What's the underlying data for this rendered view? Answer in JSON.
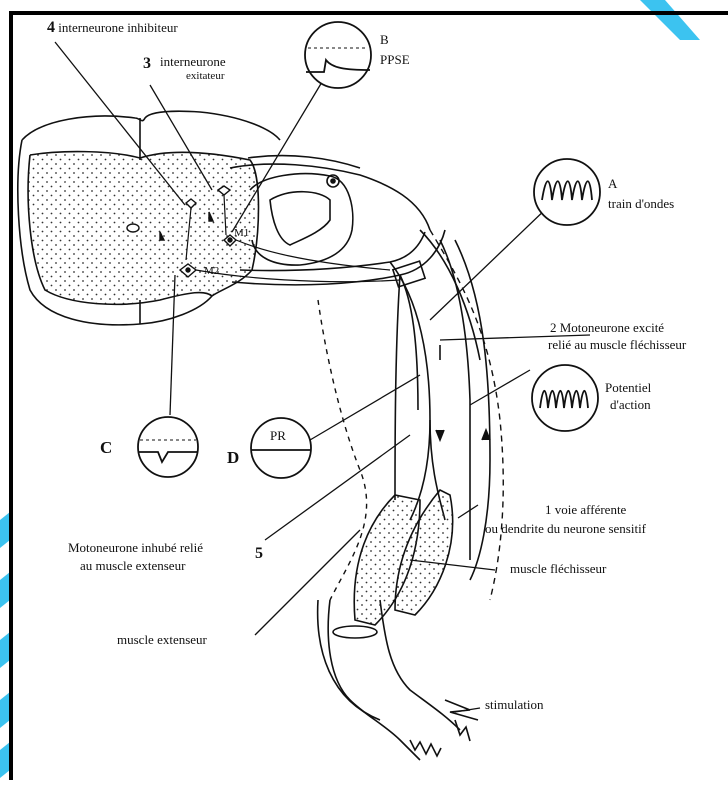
{
  "labels": {
    "interneurone_inhibiteur": {
      "num": "4",
      "text": "interneurone inhibiteur"
    },
    "interneurone_excitateur": {
      "num": "3",
      "text1": "interneurone",
      "text2": "exitateur"
    },
    "ppse": {
      "letter": "B",
      "text": "PPSE"
    },
    "train_ondes": {
      "letter": "A",
      "text": "train d'ondes"
    },
    "motoneurone_excite": {
      "text1": "2  Motoneurone excité",
      "text2": "relié au muscle fléchisseur"
    },
    "potentiel_action": {
      "text1": "Potentiel",
      "text2": "d'action"
    },
    "rest": {
      "letter": "D",
      "text": "PR"
    },
    "c_letter": "C",
    "m1": "M1",
    "m2": "M2",
    "voie_afferente": {
      "text1": "1 voie afférente",
      "text2": "ou dendrite du neurone sensitif"
    },
    "motoneurone_inhibe": {
      "text1": "Motoneurone inhubé relié",
      "text2": "au muscle extenseur",
      "num": "5"
    },
    "muscle_flechisseur": "muscle fléchisseur",
    "muscle_extenseur": "muscle extenseur",
    "stimulation": "stimulation"
  }
}
